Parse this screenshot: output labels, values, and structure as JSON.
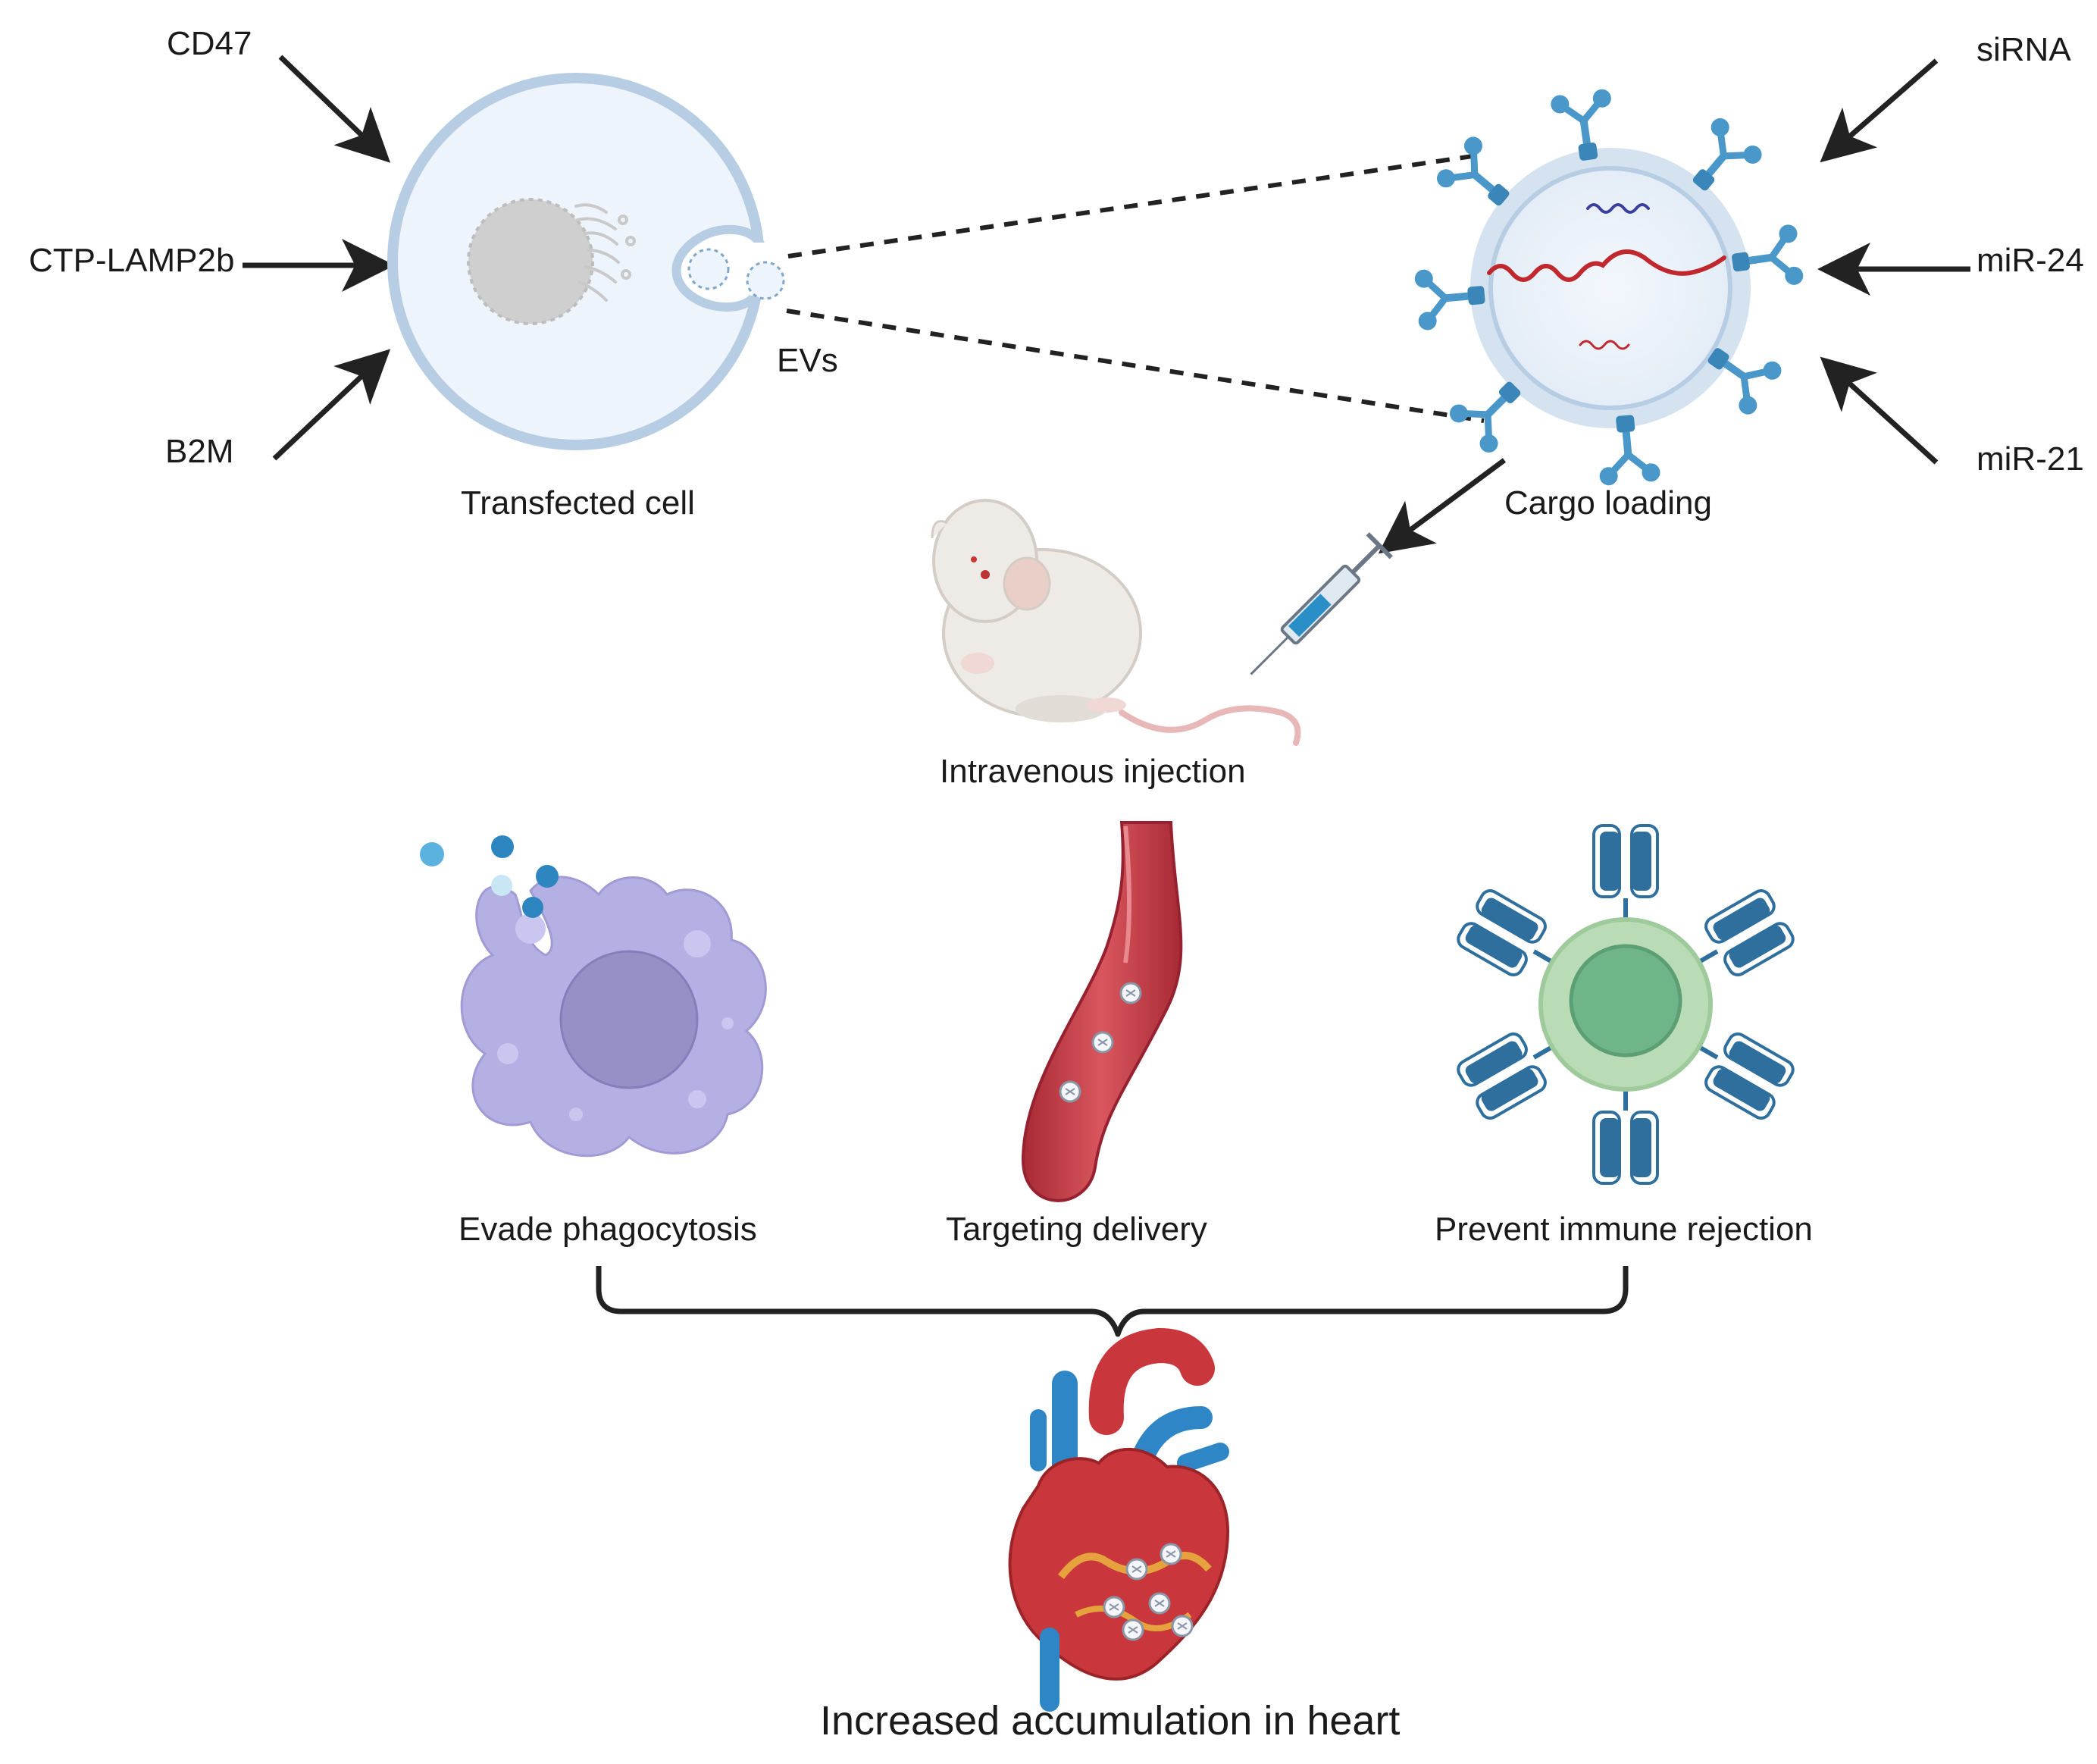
{
  "inputs_left": {
    "cd47": "CD47",
    "ctp_lamp2b": "CTP-LAMP2b",
    "b2m": "B2M"
  },
  "inputs_right": {
    "sirna": "siRNA",
    "mir24": "miR-24",
    "mir21": "miR-21"
  },
  "cell": {
    "label": "Transfected cell",
    "evs_label": "EVs"
  },
  "ev": {
    "label": "Cargo loading"
  },
  "injection": {
    "label": "Intravenous injection"
  },
  "effects": {
    "phagocytosis": "Evade phagocytosis",
    "targeting": "Targeting delivery",
    "immune": "Prevent immune rejection"
  },
  "outcome": {
    "label": "Increased accumulation in heart"
  },
  "colors": {
    "arrow": "#222222",
    "cell_membrane": "#b7cde3",
    "cell_fill": "#eef4fb",
    "nucleus": "#cfcfcf",
    "receptor": "#4a97c9",
    "rna_red": "#c0282d",
    "rna_blue": "#3a3f9e",
    "macrophage": "#b4b0e4",
    "macrophage_nucleus": "#9590c6",
    "vessel": "#c9404a",
    "tcell": "#b9dcb6",
    "tcell_nucleus": "#6fb587",
    "antibody": "#2e6f9e",
    "heart_red": "#c9373d",
    "heart_blue": "#2f86c6"
  }
}
